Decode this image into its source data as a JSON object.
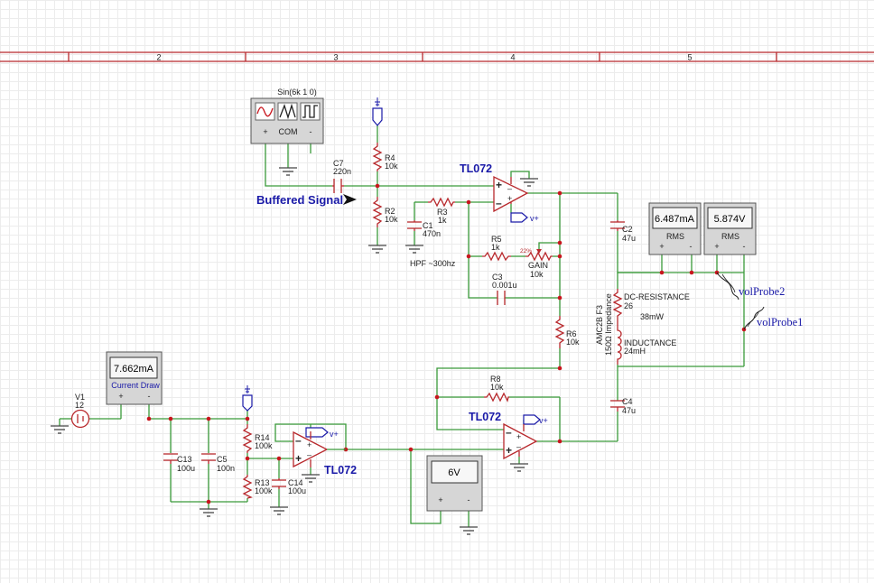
{
  "border": {
    "columns": [
      "2",
      "3",
      "4",
      "5"
    ]
  },
  "function_generator": {
    "label": "Sin(6k 1 0)",
    "plus": "+",
    "com": "COM",
    "minus": "-"
  },
  "labels": {
    "buffered_signal": "Buffered Signal",
    "hpf": "HPF ~300hz",
    "vplus": "v+",
    "power": "38mW",
    "speaker_model": "AMC2B F3",
    "speaker_impedance": "150Ω Impedance"
  },
  "opamps": [
    {
      "name": "TL072"
    },
    {
      "name": "TL072"
    },
    {
      "name": "TL072"
    }
  ],
  "components": {
    "C7": {
      "ref": "C7",
      "value": "220n"
    },
    "R4": {
      "ref": "R4",
      "value": "10k"
    },
    "R2": {
      "ref": "R2",
      "value": "10k"
    },
    "R3": {
      "ref": "R3",
      "value": "1k"
    },
    "C1": {
      "ref": "C1",
      "value": "470n"
    },
    "R5": {
      "ref": "R5",
      "value": "1k"
    },
    "GAIN": {
      "ref": "GAIN",
      "value": "10k",
      "percent": "22%"
    },
    "C3": {
      "ref": "C3",
      "value": "0.001u"
    },
    "C2": {
      "ref": "C2",
      "value": "47u"
    },
    "R6": {
      "ref": "R6",
      "value": "10k"
    },
    "R8": {
      "ref": "R8",
      "value": "10k"
    },
    "C4": {
      "ref": "C4",
      "value": "47u"
    },
    "V1": {
      "ref": "V1",
      "value": "12"
    },
    "C13": {
      "ref": "C13",
      "value": "100u"
    },
    "C5": {
      "ref": "C5",
      "value": "100n"
    },
    "R14": {
      "ref": "R14",
      "value": "100k"
    },
    "R13": {
      "ref": "R13",
      "value": "100k"
    },
    "C14": {
      "ref": "C14",
      "value": "100u"
    },
    "DCR": {
      "ref": "DC-RESISTANCE",
      "value": "26"
    },
    "L": {
      "ref": "INDUCTANCE",
      "value": "24mH"
    }
  },
  "meters": {
    "current_draw": {
      "value": "7.662mA",
      "label": "Current Draw",
      "plus": "+",
      "minus": "-"
    },
    "rms_current": {
      "value": "6.487mA",
      "mode": "RMS",
      "plus": "+",
      "minus": "-"
    },
    "rms_voltage": {
      "value": "5.874V",
      "mode": "RMS",
      "plus": "+",
      "minus": "-"
    },
    "bias_voltage": {
      "value": "6V",
      "plus": "+",
      "minus": "-"
    }
  },
  "probes": {
    "probe1": "volProbe1",
    "probe2": "volProbe2"
  },
  "colors": {
    "wire": "#3a9a3a",
    "component": "#b8282c",
    "label_blue": "#1a1aa8",
    "junction": "#c8161e"
  }
}
